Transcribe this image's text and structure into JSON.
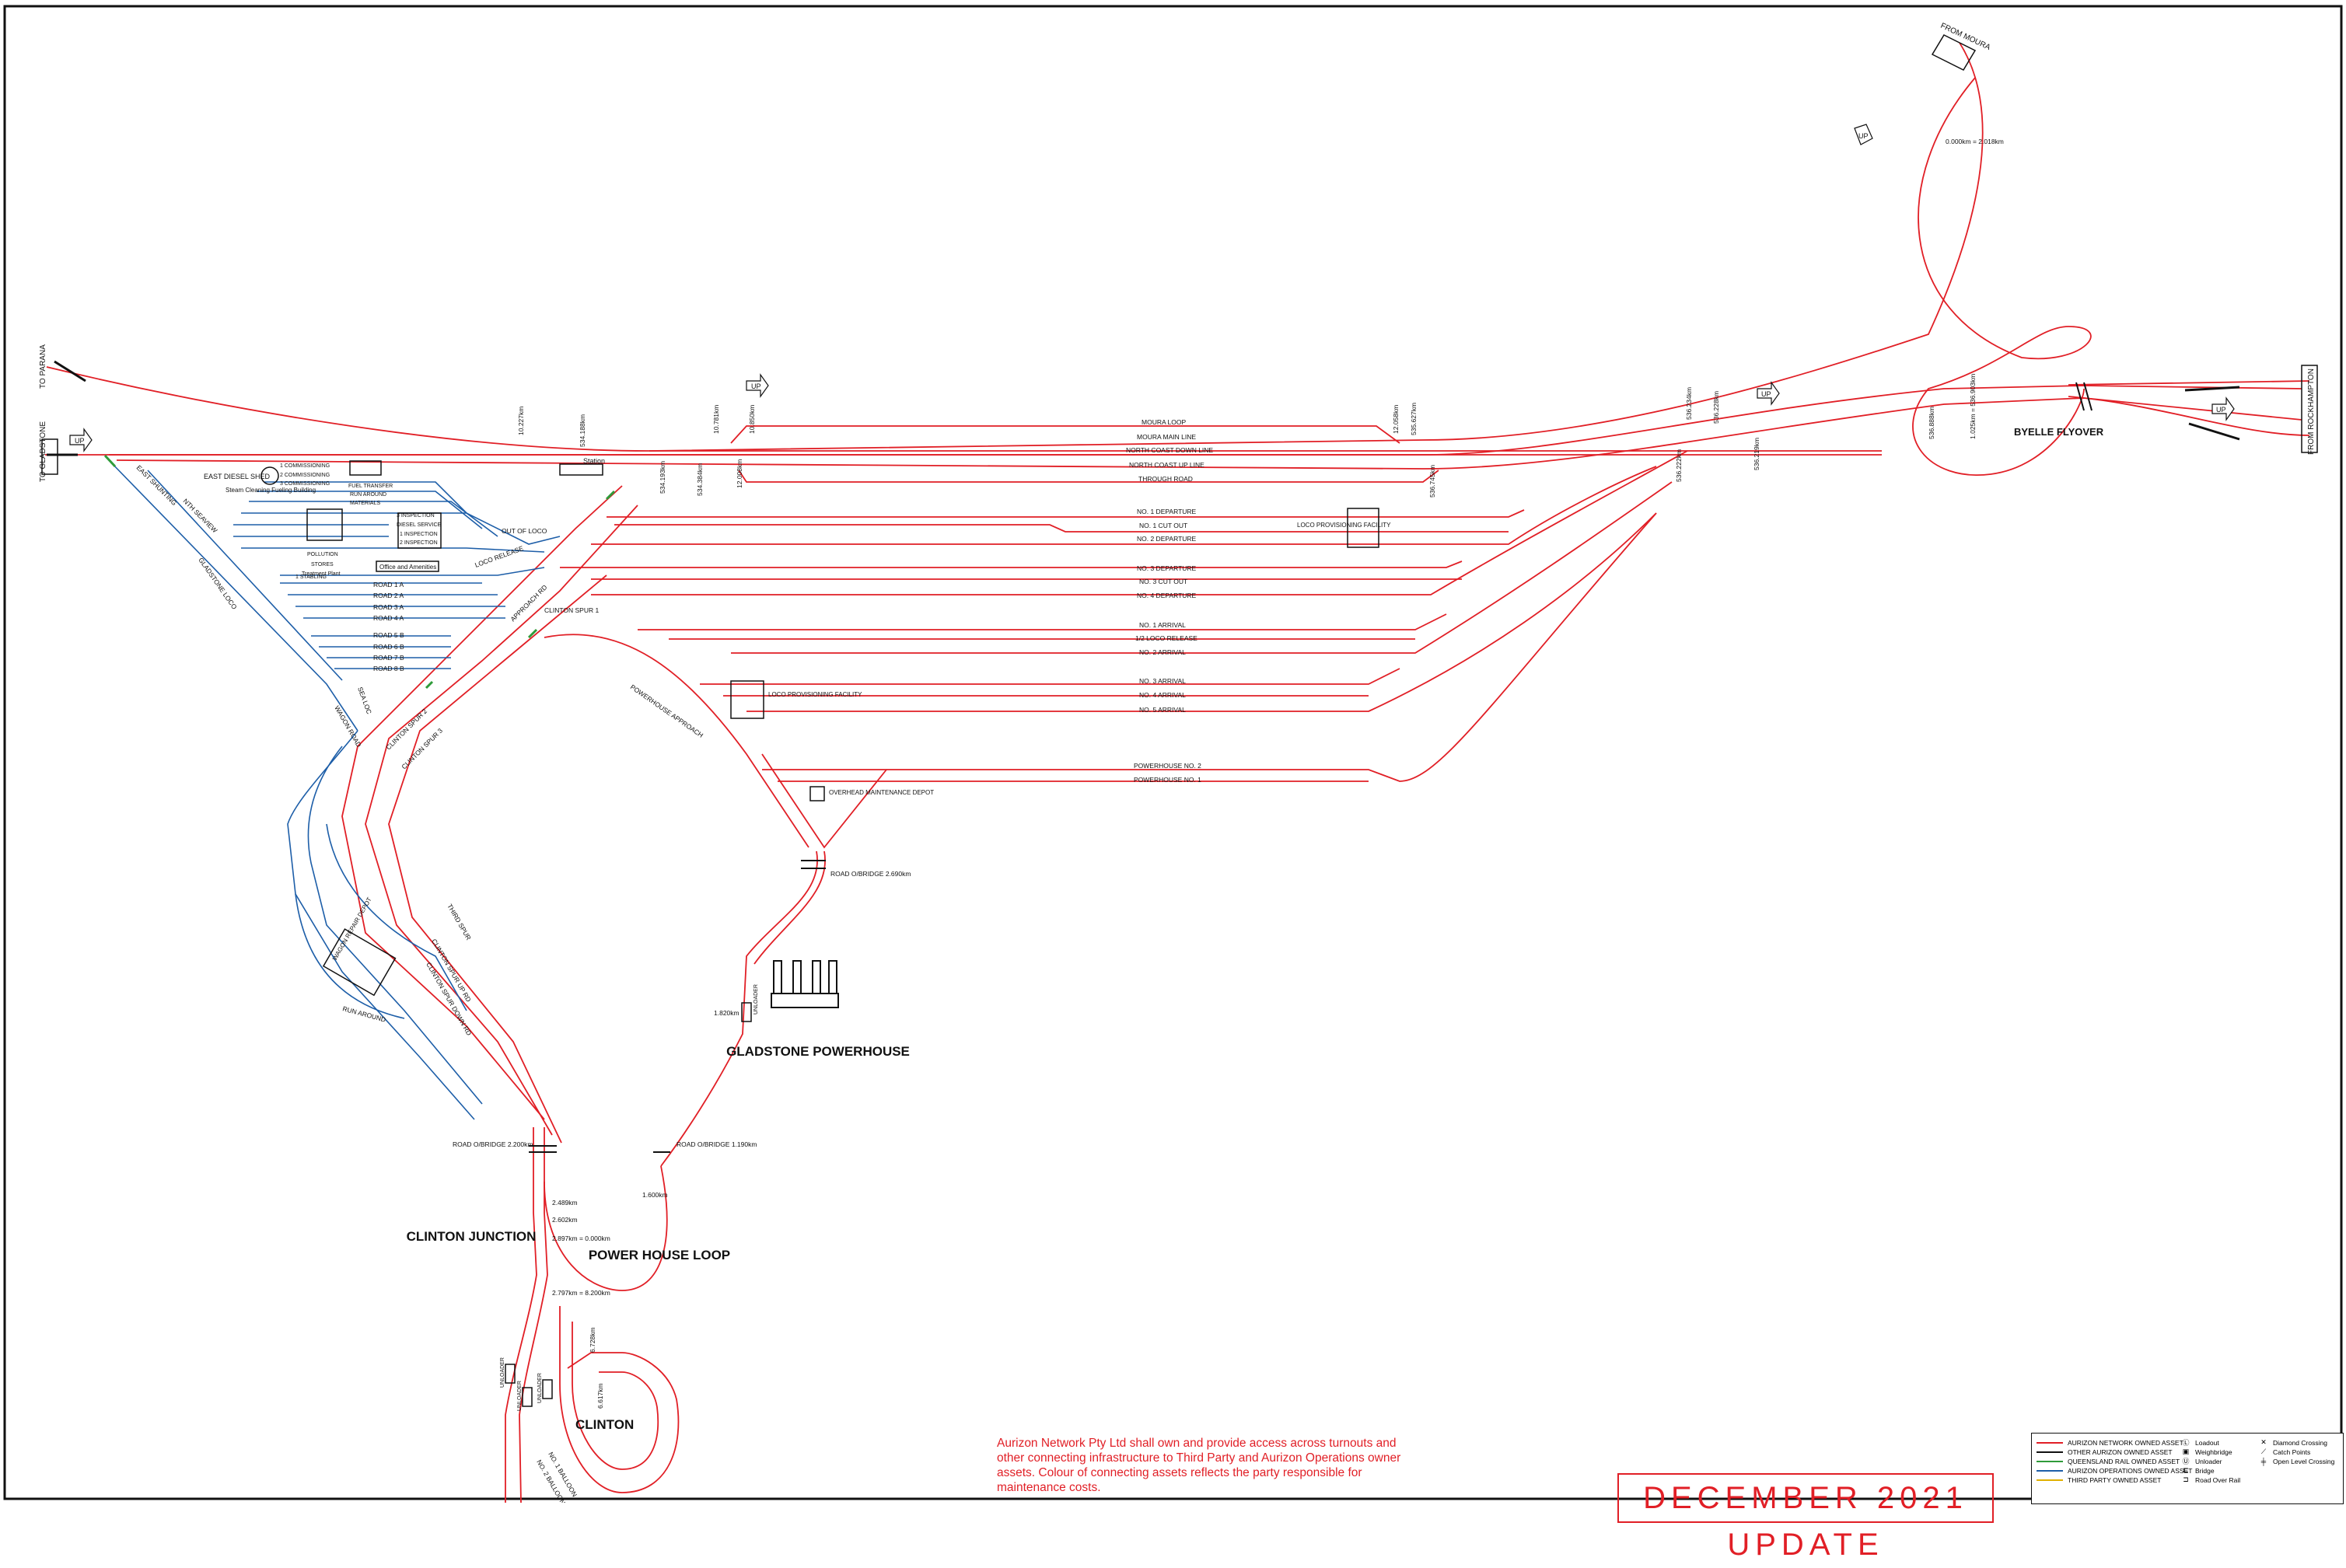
{
  "colors": {
    "aurizon_network": "#e11f26",
    "other_aurizon": "#1d5ea8",
    "queensland_rail": "#2f9b3a",
    "aurizon_operations": "#1d5ea8",
    "third_party": "#e0b000",
    "linework": "#111111"
  },
  "directions": {
    "to_paradise": "TO PARANA",
    "to_gladstone": "TO GLADSTONE",
    "from_moura": "FROM MOURA",
    "from_rockhampton": "FROM ROCKHAMPTON"
  },
  "places": {
    "clinton_junction": "CLINTON JUNCTION",
    "power_house_loop": "POWER HOUSE LOOP",
    "clinton": "CLINTON",
    "gladstone_powerhouse": "GLADSTONE POWERHOUSE",
    "byelle_flyover": "BYELLE FLYOVER",
    "east_diesel_shed": "EAST DIESEL SHED",
    "station": "Station",
    "steam_cleaning": "Steam Cleaning Fueling Building",
    "office": "Office and Amenities",
    "pollution": "POLLUTION",
    "stores": "STORES",
    "treatment": "Treatment Plant",
    "loco_facility_1": "LOCO PROVISIONING FACILITY",
    "loco_facility_2": "LOCO PROVISIONING FACILITY",
    "overhead_depot": "OVERHEAD MAINTENANCE DEPOT",
    "wagon_depot": "WAGON REPAIR DEPOT"
  },
  "tracks": {
    "moura_loop": "MOURA LOOP",
    "moura_main": "MOURA MAIN LINE",
    "nc_down": "NORTH COAST DOWN LINE",
    "nc_up": "NORTH COAST UP LINE",
    "through_road": "THROUGH ROAD",
    "dep1": "NO. 1 DEPARTURE",
    "cut1": "NO. 1 CUT OUT",
    "dep2": "NO. 2 DEPARTURE",
    "dep3": "NO. 3 DEPARTURE",
    "cut3": "NO. 3 CUT OUT",
    "dep4": "NO. 4 DEPARTURE",
    "arr1": "NO. 1 ARRIVAL",
    "loco_release_half": "1/2 LOCO RELEASE",
    "arr2": "NO. 2 ARRIVAL",
    "arr3": "NO. 3 ARRIVAL",
    "arr4": "NO. 4 ARRIVAL",
    "arr5": "NO. 5 ARRIVAL",
    "ph2": "POWERHOUSE NO. 2",
    "ph1": "POWERHOUSE NO. 1",
    "out_of_loco": "OUT OF LOCO",
    "loco_release": "LOCO RELEASE",
    "clinton_spur1": "CLINTON SPUR 1",
    "clinton_spur2": "CLINTON SPUR 2",
    "clinton_spur3": "CLINTON SPUR 3",
    "powerhouse_approach": "POWERHOUSE APPROACH",
    "approach_rd": "APPROACH RD",
    "third_spur": "THIRD SPUR",
    "clinton_spur_up": "CLINTON SPUR UP RD",
    "clinton_spur_down": "CLINTON SPUR DOWN RD",
    "wagon_road": "WAGON ROAD",
    "run_around": "RUN AROUND",
    "gladstone_loco": "GLADSTONE LOCO",
    "nth_seaview": "NTH SEAVIEW",
    "east_shunting": "EAST SHUNTING",
    "sea_loc": "SEA LOC",
    "no1_balloon": "NO. 1 BALLOON",
    "no2_balloon": "NO. 2 BALLOON"
  },
  "yard_roads": [
    "ROAD 1 A",
    "ROAD 2 A",
    "ROAD 3 A",
    "ROAD 4 A",
    "ROAD 5 B",
    "ROAD 6 B",
    "ROAD 7 B",
    "ROAD 8 B"
  ],
  "shed_roads": [
    "1 COMMISSIONING",
    "2 COMMISSIONING",
    "3 COMMISSIONING",
    "FUEL TRANSFER",
    "RUN AROUND",
    "MATERIALS",
    "3 INSPECTION",
    "DIESEL SERVICE",
    "1 INSPECTION",
    "2 INSPECTION",
    "1 STABLING"
  ],
  "structures": {
    "road_bridge_1": "ROAD O/BRIDGE 2.690km",
    "road_bridge_2": "ROAD O/BRIDGE 2.200km",
    "road_bridge_3": "ROAD O/BRIDGE 1.190km",
    "unloader_ph": "UNLOADER",
    "unloader_1": "UNLOADER",
    "unloader_2": "UNLOADER",
    "unloader_3": "UNLOADER"
  },
  "chainages": {
    "k1": "10.227km",
    "k2": "534.188km",
    "k3": "10.781km",
    "k4": "10.850km",
    "k5": "534.193km",
    "k6": "534.384km",
    "k7": "12.008km",
    "k8": "12.058km",
    "k9": "535.627km",
    "k10": "536.745km",
    "k11": "536.888km",
    "k12": "0.000km = 2.018km",
    "k13": "1.025km = 536.903km",
    "k14": "1.820km",
    "k15": "2.489km",
    "k16": "2.602km",
    "k17": "2.897km = 0.000km",
    "k18": "1.600km",
    "k19": "2.797km = 8.200km",
    "k20": "6.728km",
    "k21": "6.617km",
    "k22": "536.234km",
    "k23": "536.228km",
    "k24": "536.222km",
    "k25": "536.219km"
  },
  "direction_tags": {
    "up": "UP"
  },
  "notice": "Aurizon Network Pty Ltd shall own and provide access across turnouts and other connecting infrastructure to Third Party and Aurizon Operations owner assets. Colour of connecting assets reflects the party responsible for maintenance costs.",
  "update_banner": "DECEMBER 2021 UPDATE",
  "legend": {
    "lines": [
      {
        "label": "AURIZON NETWORK OWNED ASSET",
        "color": "#e11f26"
      },
      {
        "label": "OTHER AURIZON OWNED ASSET",
        "color": "#111111"
      },
      {
        "label": "QUEENSLAND RAIL OWNED ASSET",
        "color": "#2f9b3a"
      },
      {
        "label": "AURIZON OPERATIONS OWNED ASSET",
        "color": "#1d5ea8"
      },
      {
        "label": "THIRD PARTY OWNED ASSET",
        "color": "#e0b000"
      }
    ],
    "symbols_a": [
      {
        "icon": "loadout-icon",
        "glyph": "Ⓛ",
        "label": "Loadout"
      },
      {
        "icon": "weighbridge-icon",
        "glyph": "▣",
        "label": "Weighbridge"
      },
      {
        "icon": "unloader-icon",
        "glyph": "Ⓤ",
        "label": "Unloader"
      },
      {
        "icon": "bridge-icon",
        "glyph": "⊏",
        "label": "Bridge"
      },
      {
        "icon": "road-over-rail-icon",
        "glyph": "⊐",
        "label": "Road Over Rail"
      }
    ],
    "symbols_b": [
      {
        "icon": "diamond-crossing-icon",
        "glyph": "✕",
        "label": "Diamond Crossing"
      },
      {
        "icon": "catch-points-icon",
        "glyph": "⟋",
        "label": "Catch Points"
      },
      {
        "icon": "level-crossing-icon",
        "glyph": "╪",
        "label": "Open Level Crossing"
      }
    ]
  }
}
